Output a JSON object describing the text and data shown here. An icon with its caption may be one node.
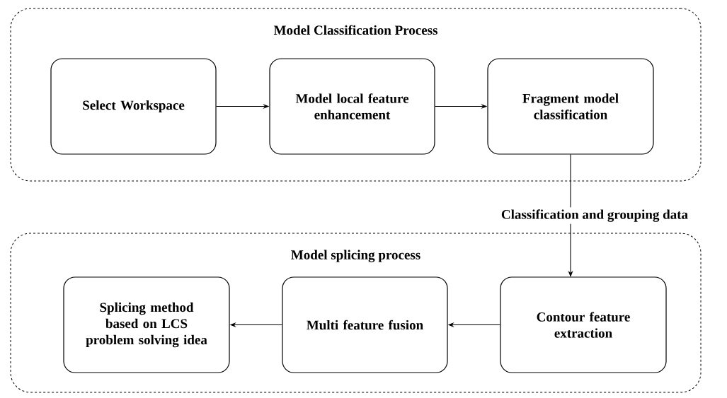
{
  "diagram": {
    "nodes": [
      {
        "text": [
          "Model Classification Process"
        ]
      },
      {
        "text": [
          "Select Workspace"
        ],
        "in": 0
      },
      {
        "text": [
          "Model local feature enhancement"
        ],
        "in": 0
      },
      {
        "text": [
          "Fragment model classification"
        ],
        "in": 0
      },
      {
        "text": [
          "Model splicing process"
        ]
      },
      {
        "text": [
          "Splicing method based on LCS problem solving idea"
        ],
        "in": 4
      },
      {
        "text": [
          "Multi feature fusion"
        ],
        "in": 4
      },
      {
        "text": [
          "Contour feature extraction"
        ],
        "in": 4
      }
    ],
    "edges": [
      {
        "from": 1,
        "to": 2,
        "arrow": "to"
      },
      {
        "from": 2,
        "to": 3,
        "arrow": "to"
      },
      {
        "from": 3,
        "to": 7,
        "arrow": "to",
        "label": "Classification and grouping data"
      },
      {
        "from": 7,
        "to": 6,
        "arrow": "to"
      },
      {
        "from": 6,
        "to": 5,
        "arrow": "to"
      }
    ]
  }
}
